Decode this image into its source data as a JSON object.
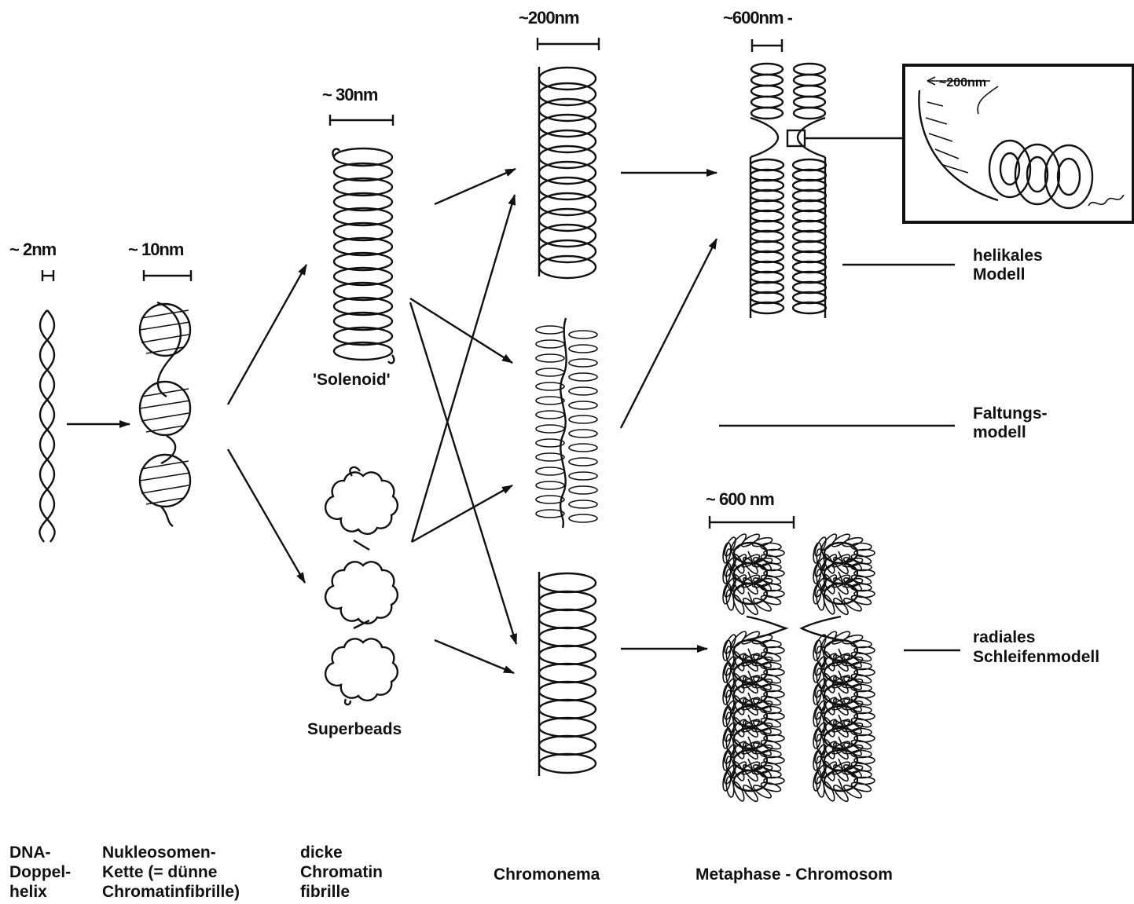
{
  "scales": {
    "dna": "~ 2nm",
    "nucleosome": "~ 10nm",
    "solenoid": "~ 30nm",
    "chromonema": "~200nm",
    "helical_chromosome": "~600nm -",
    "inset": "~200nm",
    "radial_chromosome": "~ 600 nm"
  },
  "structures": {
    "solenoid": "'Solenoid'",
    "superbeads": "Superbeads"
  },
  "models": {
    "helical": [
      "helikales",
      "Modell"
    ],
    "folding": [
      "Faltungs-",
      "modell"
    ],
    "radial": [
      "radiales",
      "Schleifenmodell"
    ]
  },
  "stages": {
    "dna": [
      "DNA-",
      "Doppel-",
      "helix"
    ],
    "nucleosome": [
      "Nukleosomen-",
      "Kette (= dünne",
      "Chromatinfibrille)"
    ],
    "thick_fibril": [
      "dicke",
      "Chromatin",
      "fibrille"
    ],
    "chromonema": "Chromonema",
    "metaphase": "Metaphase - Chromosom"
  }
}
